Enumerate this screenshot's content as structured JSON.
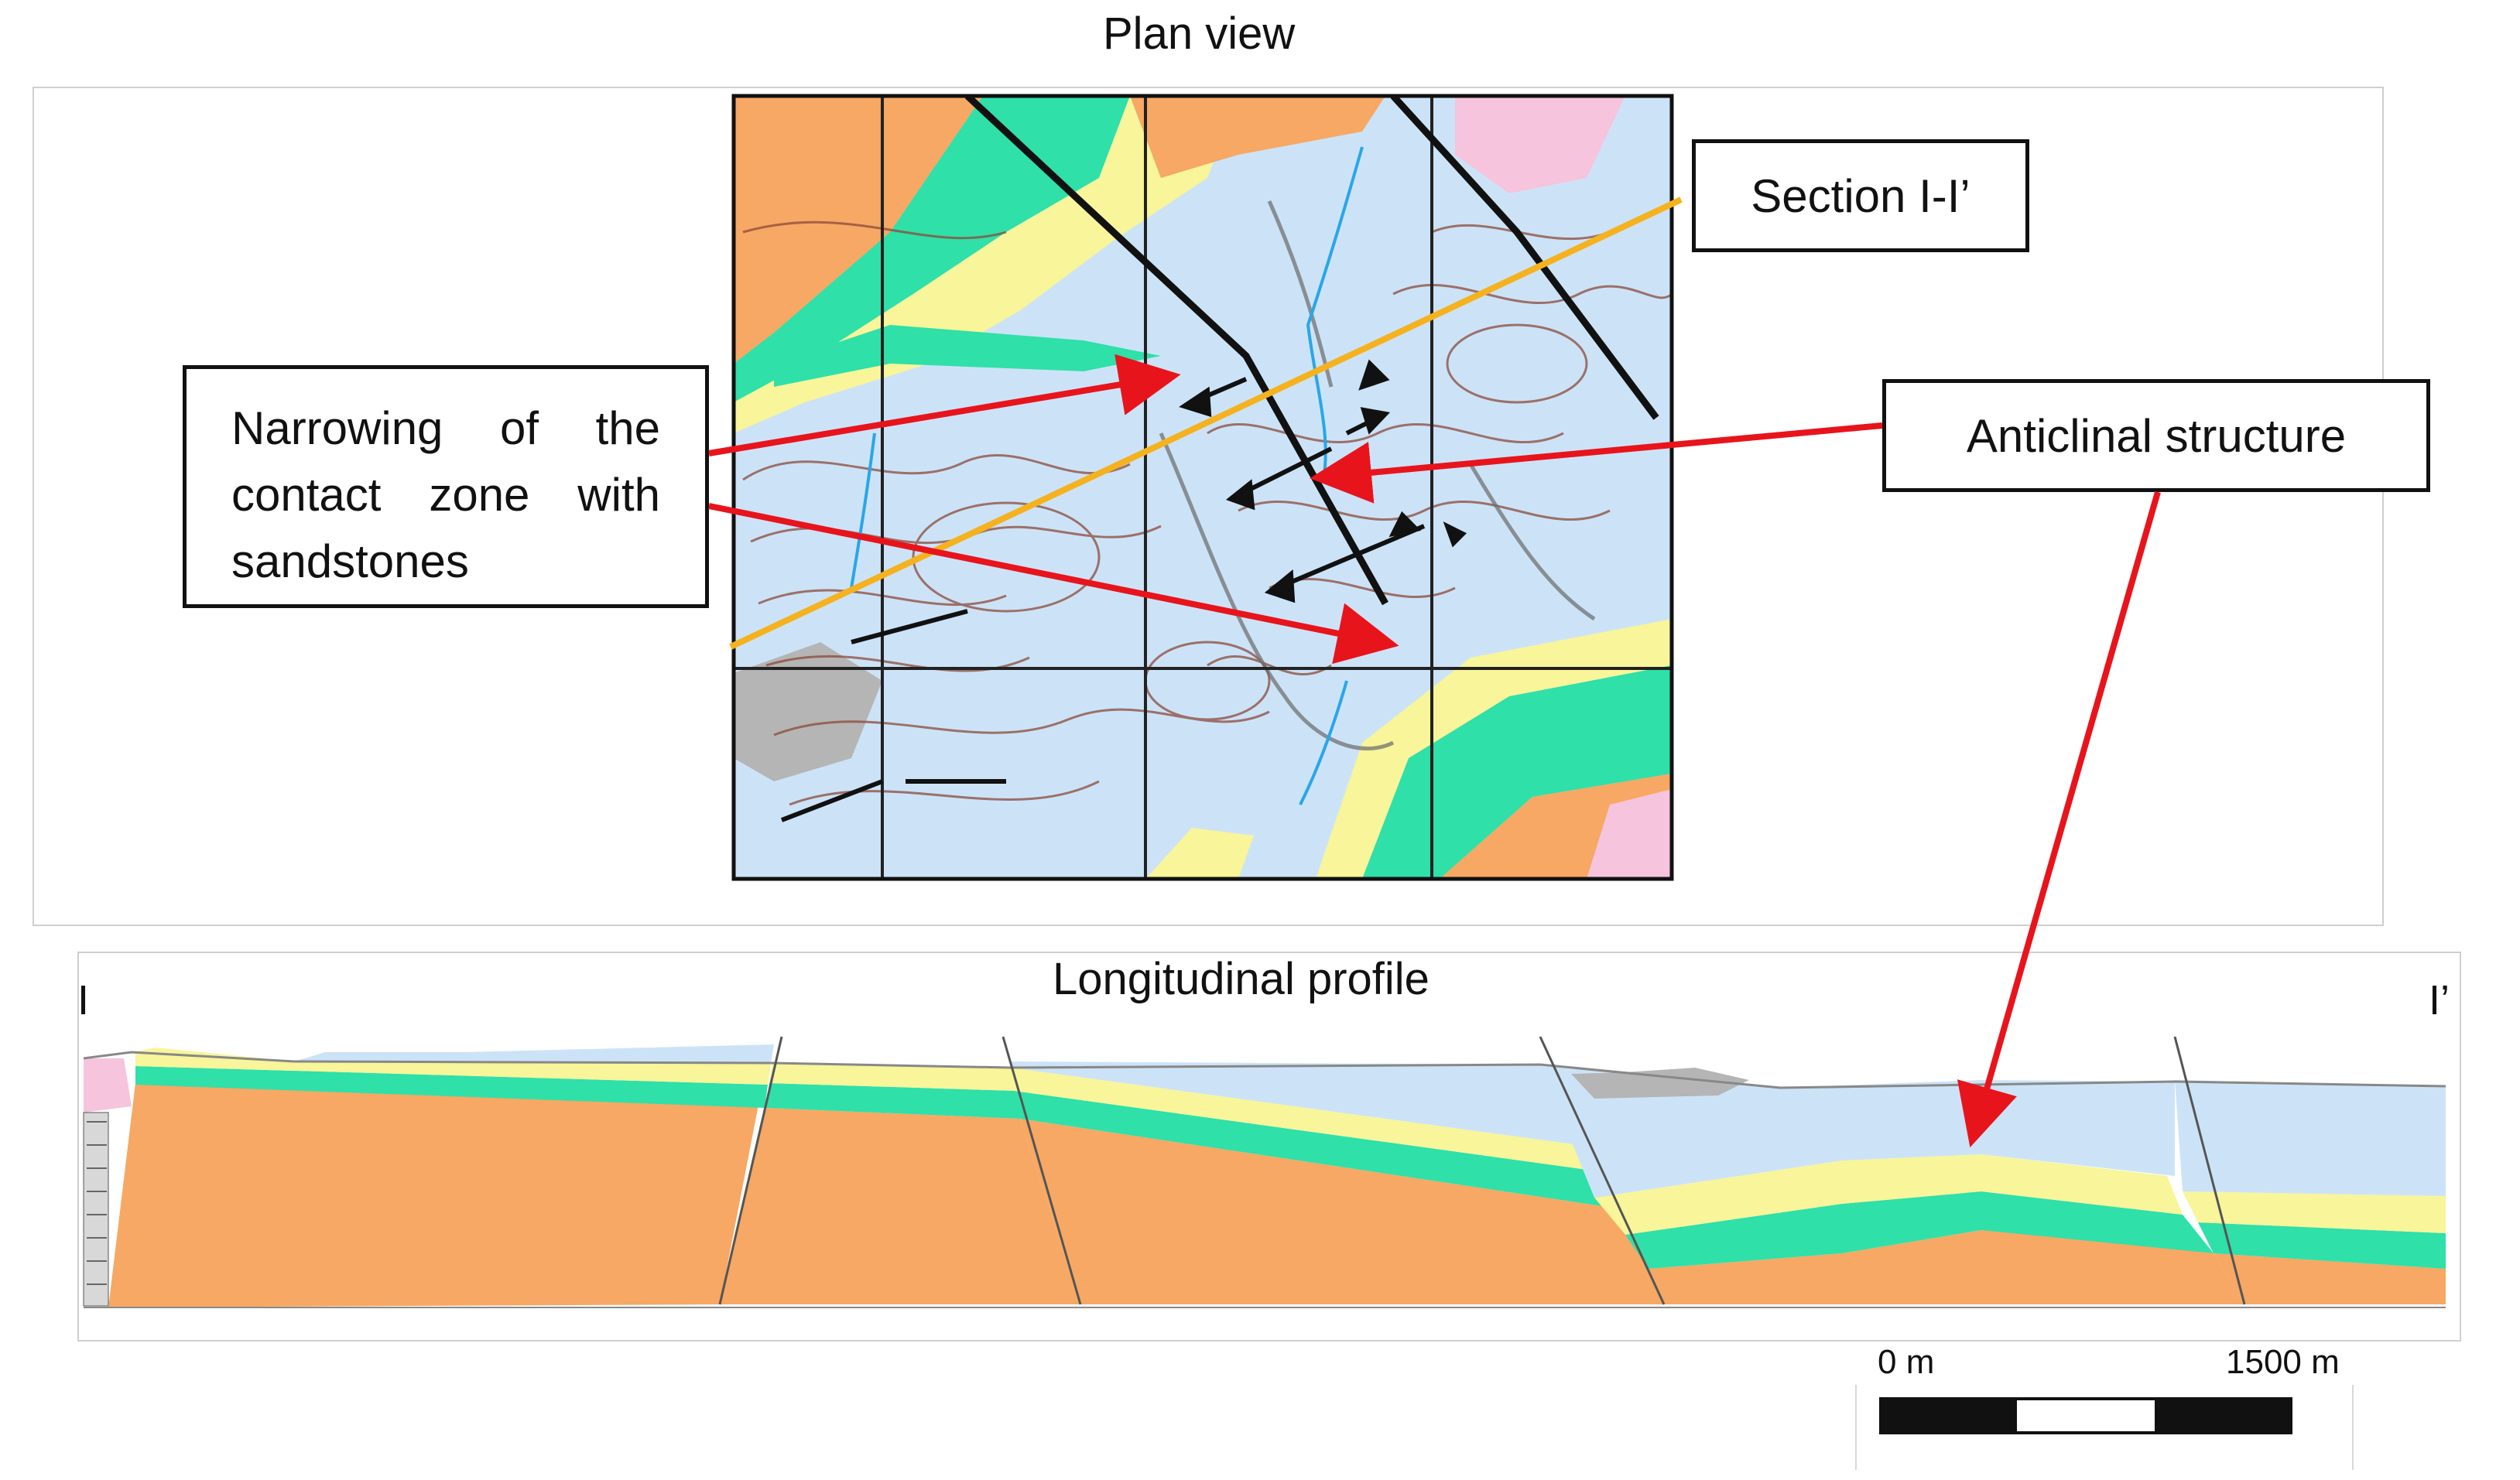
{
  "plan_view": {
    "title": "Plan view"
  },
  "callouts": {
    "section": "Section I-I’",
    "narrowing": "Narrowing of the contact zone with sandstones",
    "anticline": "Anticlinal structure"
  },
  "profile": {
    "title": "Longitudinal profile",
    "start_label": "I",
    "end_label": "I’"
  },
  "scale_bar": {
    "start_label": "0 m",
    "end_label": "1500 m"
  },
  "colors": {
    "sandstone_orange": "#f6a864",
    "green_layer": "#2fe0a8",
    "yellow_layer": "#f8f59a",
    "light_blue": "#cce3f7",
    "pink": "#f6c4dc",
    "grey": "#b5b5b5",
    "arrow_red": "#e8141c",
    "section_line": "#f5b21e"
  }
}
